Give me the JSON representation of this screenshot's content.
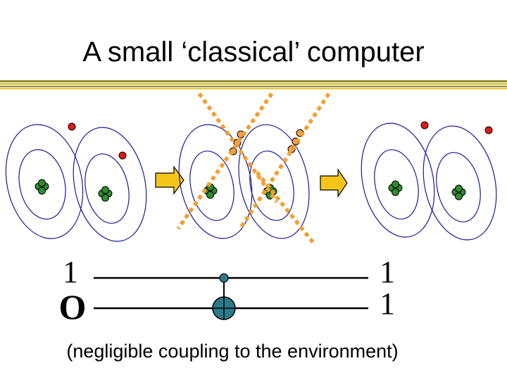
{
  "slide": {
    "title": "A small ‘classical’ computer",
    "caption": "(negligible coupling to the environment)"
  },
  "circuit": {
    "input_top": "1",
    "input_bottom": "O",
    "output_top": "1",
    "output_bottom": "1"
  },
  "colors": {
    "rule_olive": "#8c8c3c",
    "rule_gold": "#e0c840",
    "orbit": "#1a1a99",
    "electron": "#e01818",
    "electron_intermediate": "#f0a050",
    "nucleus": "#2e8b2e",
    "arrow_fill": "#f5c518",
    "cross": "#f0a030",
    "control_node": "#2a7a8a"
  }
}
